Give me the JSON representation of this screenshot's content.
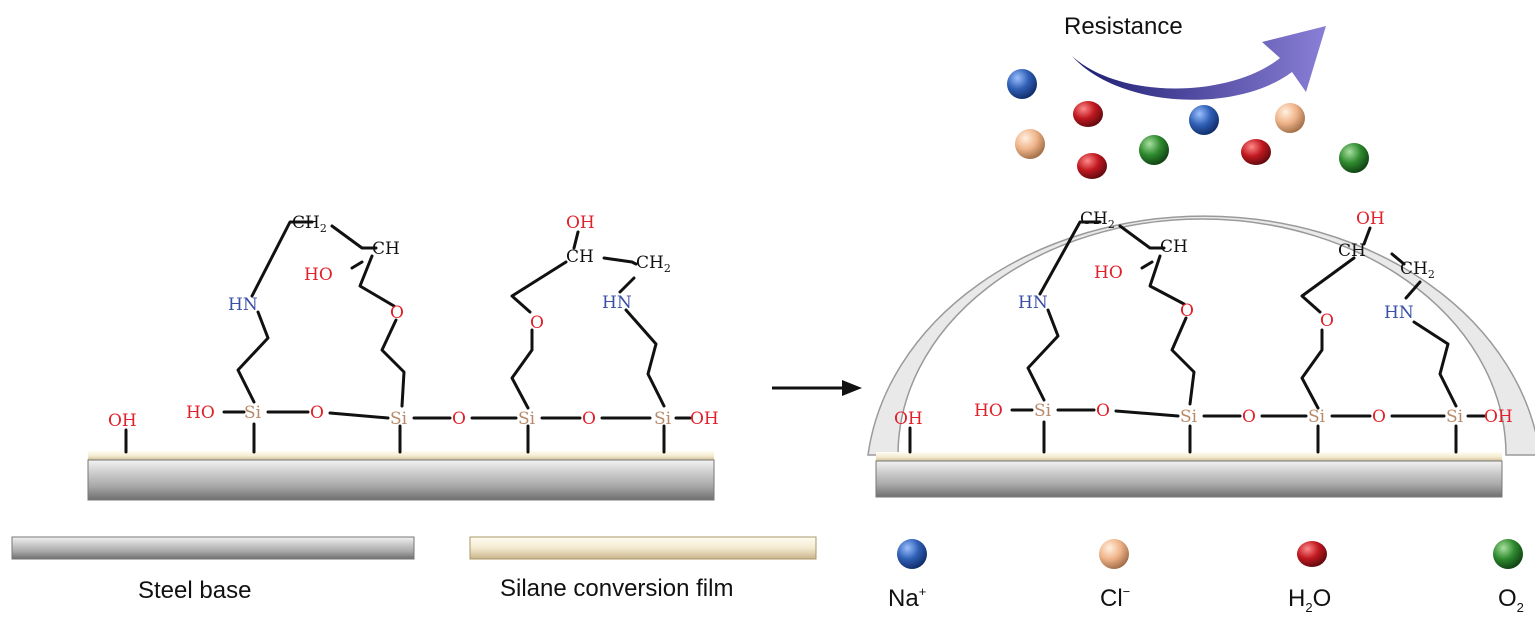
{
  "diagram": {
    "resistance_label": "Resistance",
    "atoms": {
      "oh": "OH",
      "ho": "HO",
      "si": "Si",
      "o": "O",
      "hn": "HN",
      "ch": "CH",
      "ch2": "CH",
      "ch2_sub": "2",
      "ch_oh": "CH"
    },
    "legend": {
      "steel_base": "Steel base",
      "silane_film": "Silane conversion film",
      "na": "Na",
      "na_sup": "+",
      "cl": "Cl",
      "cl_sup": "−",
      "h2o_h": "H",
      "h2o_sub": "2",
      "h2o_o": "O",
      "o2_o": "O",
      "o2_sub": "2"
    },
    "colors": {
      "na": "#2f5fb5",
      "cl": "#f0b48a",
      "h2o": "#c0181f",
      "o2": "#2e8a2e",
      "si": "#b88a6a",
      "oxygen": "#e0202a",
      "nitrogen": "#3a4fa8",
      "arrow": "#2a2a8a"
    }
  }
}
